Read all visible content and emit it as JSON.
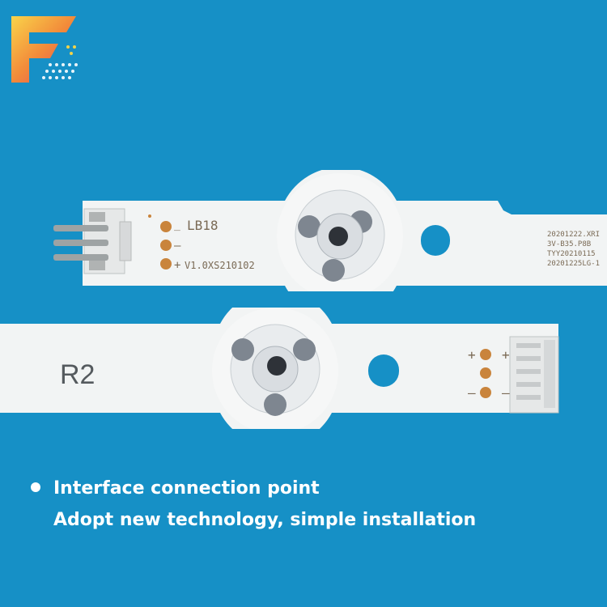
{
  "logo": {
    "name": "brand-logo",
    "letter": "F"
  },
  "upper_strip": {
    "label": "LB18",
    "pad_signs": [
      "_",
      "–",
      "+"
    ],
    "version": "V1.0XS210102",
    "codes": [
      "20201222.XRI",
      "3V-B35.P8B",
      "TYY20210115",
      "20201225LG-1"
    ]
  },
  "lower_strip": {
    "label": "R2",
    "pad_signs": [
      "+",
      "",
      "–"
    ],
    "connector_signs": [
      "+",
      "",
      "–"
    ]
  },
  "captions": {
    "line1": "Interface connection point",
    "line2": "Adopt new technology, simple installation"
  },
  "colors": {
    "background": "#1690c6",
    "pcb": "#f2f4f4",
    "solder_pad": "#c9843c",
    "caption_text": "#ffffff"
  }
}
